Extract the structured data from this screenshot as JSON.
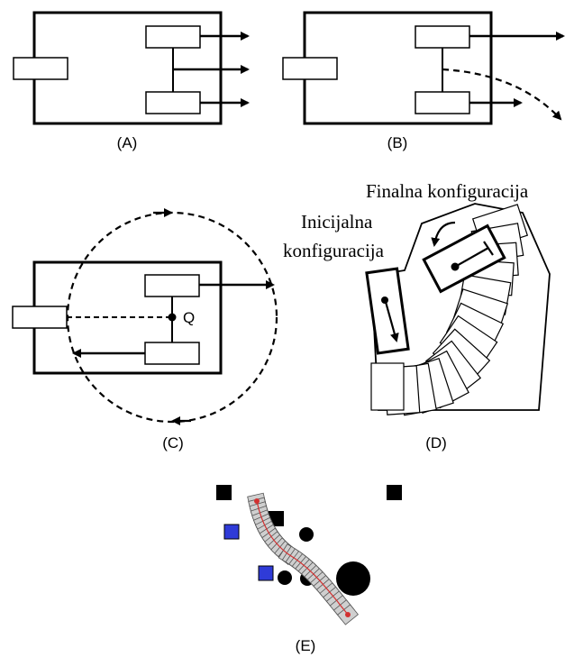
{
  "panels": {
    "a": {
      "caption": "(A)"
    },
    "b": {
      "caption": "(B)"
    },
    "c": {
      "caption": "(C)",
      "point_label": "Q"
    },
    "d": {
      "caption": "(D)",
      "final_label": "Finalna konfiguracija",
      "initial_label_line1": "Inicijalna",
      "initial_label_line2": "konfiguracija"
    },
    "e": {
      "caption": "(E)"
    }
  },
  "colors": {
    "stroke": "#000000",
    "obstacle": "#000000",
    "blue_obstacle": "#2f3bd8",
    "path_fill": "#cfcfcf",
    "path_line": "#d23030"
  }
}
